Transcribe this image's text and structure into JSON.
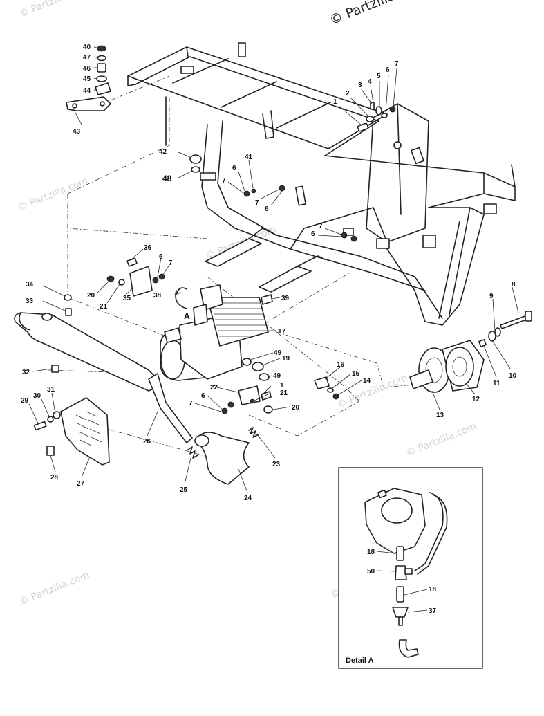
{
  "copyright": "© Partzilla.com",
  "watermark": "© Partzilla.com",
  "detail_box_title": "Detail A",
  "engine_view_marker": "A",
  "callouts": {
    "c1": "1",
    "c1b": "1",
    "c2": "2",
    "c3": "3",
    "c4": "4",
    "c5": "5",
    "c6a": "6",
    "c6b": "6",
    "c6c": "6",
    "c6d": "6",
    "c6e": "6",
    "c7a": "7",
    "c7b": "7",
    "c7c": "7",
    "c7d": "7",
    "c7e": "7",
    "c7f": "7",
    "c8": "8",
    "c9": "9",
    "c10": "10",
    "c11": "11",
    "c12": "12",
    "c13": "13",
    "c14": "14",
    "c15": "15",
    "c16": "16",
    "c17": "17",
    "c18a": "18",
    "c18b": "18",
    "c19": "19",
    "c20a": "20",
    "c20b": "20",
    "c21a": "21",
    "c21b": "21",
    "c22": "22",
    "c23": "23",
    "c24": "24",
    "c25": "25",
    "c26": "26",
    "c27": "27",
    "c28": "28",
    "c29": "29",
    "c30": "30",
    "c31": "31",
    "c32": "32",
    "c33": "33",
    "c34": "34",
    "c35": "35",
    "c36": "36",
    "c37": "37",
    "c38": "38",
    "c39": "39",
    "c40": "40",
    "c41": "41",
    "c42": "42",
    "c43": "43",
    "c44": "44",
    "c45": "45",
    "c46": "46",
    "c47": "47",
    "c48": "48",
    "c49a": "49",
    "c49b": "49",
    "c50": "50"
  }
}
